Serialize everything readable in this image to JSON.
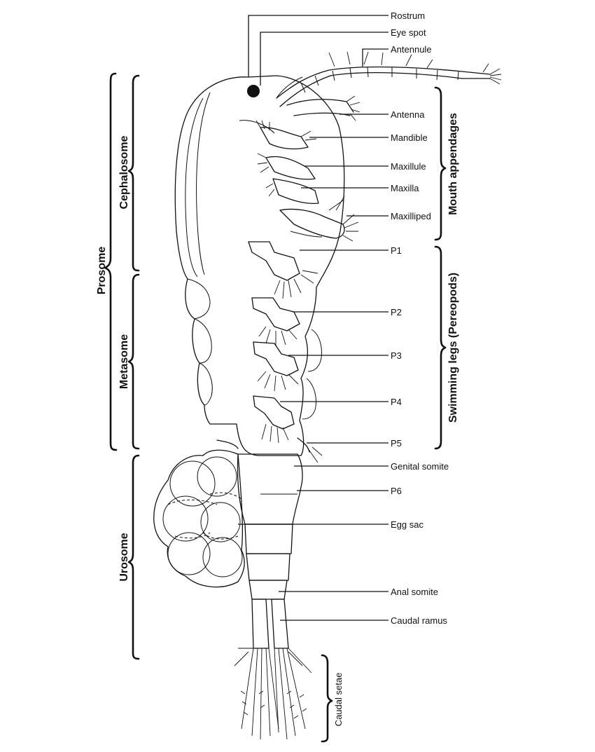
{
  "labels": {
    "rostrum": "Rostrum",
    "eye_spot": "Eye spot",
    "antennule": "Antennule",
    "antenna": "Antenna",
    "mandible": "Mandible",
    "maxillule": "Maxillule",
    "maxilla": "Maxilla",
    "maxilliped": "Maxilliped",
    "p1": "P1",
    "p2": "P2",
    "p3": "P3",
    "p4": "P4",
    "p5": "P5",
    "genital_somite": "Genital somite",
    "p6": "P6",
    "egg_sac": "Egg sac",
    "anal_somite": "Anal somite",
    "caudal_ramus": "Caudal ramus"
  },
  "groups": {
    "prosome": "Prosome",
    "cephalosome": "Cephalosome",
    "metasome": "Metasome",
    "urosome": "Urosome",
    "mouth_appendages": "Mouth appendages",
    "swimming_legs": "Swimming legs (Pereopods)",
    "caudal_setae": "Caudal setae"
  },
  "colors": {
    "ink": "#111111",
    "background": "#ffffff"
  }
}
